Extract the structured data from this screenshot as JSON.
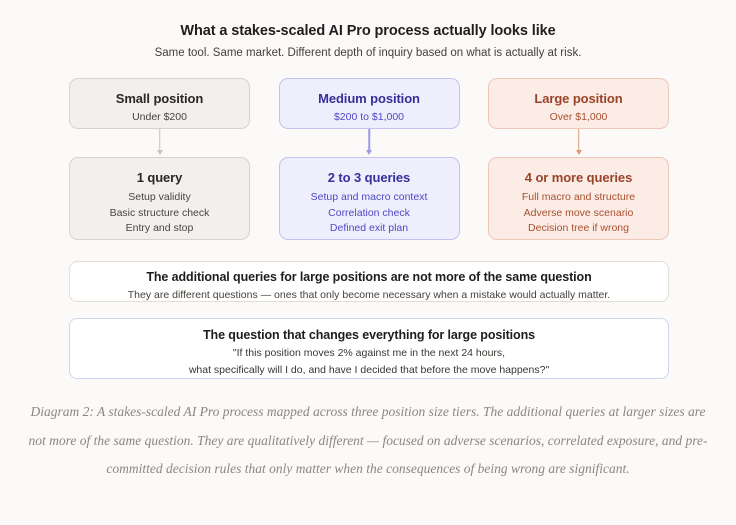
{
  "header": {
    "title": "What a stakes-scaled AI Pro process actually looks like",
    "subtitle": "Same tool. Same market. Different depth of inquiry based on what is actually at risk."
  },
  "colors": {
    "page_background": "#fbfaf9",
    "small_fill": "#f2efec",
    "small_border": "#d8d2cb",
    "small_text": "#2a2724",
    "medium_fill": "#eeeefc",
    "medium_border": "#c3c2f0",
    "medium_text": "#35309a",
    "medium_accent": "#4f49c4",
    "large_fill": "#fcece6",
    "large_border": "#eec6b8",
    "large_text": "#9b432a",
    "large_accent": "#a8502f",
    "note_blue_border": "#ccd6ee",
    "note_neutral_border": "#e3ddd6",
    "caption_text": "#8b8680"
  },
  "columns": [
    {
      "tier": "small",
      "position": {
        "title": "Small position",
        "range": "Under $200"
      },
      "detail": {
        "title": "1 query",
        "items": [
          "Setup validity",
          "Basic structure check",
          "Entry and stop"
        ]
      }
    },
    {
      "tier": "medium",
      "position": {
        "title": "Medium position",
        "range": "$200 to $1,000"
      },
      "detail": {
        "title": "2 to 3 queries",
        "items": [
          "Setup and macro context",
          "Correlation check",
          "Defined exit plan"
        ]
      }
    },
    {
      "tier": "large",
      "position": {
        "title": "Large position",
        "range": "Over $1,000"
      },
      "detail": {
        "title": "4 or more queries",
        "items": [
          "Full macro and structure",
          "Adverse move scenario",
          "Decision tree if wrong"
        ]
      }
    }
  ],
  "notes": [
    {
      "title": "The additional queries for large positions are not more of the same question",
      "body": "They are different questions — ones that only become necessary when a mistake would actually matter."
    },
    {
      "title": "The question that changes everything for large positions",
      "line1": "\"If this position moves 2% against me in the next 24 hours,",
      "line2": "what specifically will I do, and have I decided that before the move happens?\""
    }
  ],
  "caption": "Diagram 2: A stakes-scaled AI Pro process mapped across three position size tiers. The additional queries at larger sizes are not more of the same question. They are qualitatively different — focused on adverse scenarios, correlated exposure, and pre-committed decision rules that only matter when the consequences of being wrong are significant."
}
